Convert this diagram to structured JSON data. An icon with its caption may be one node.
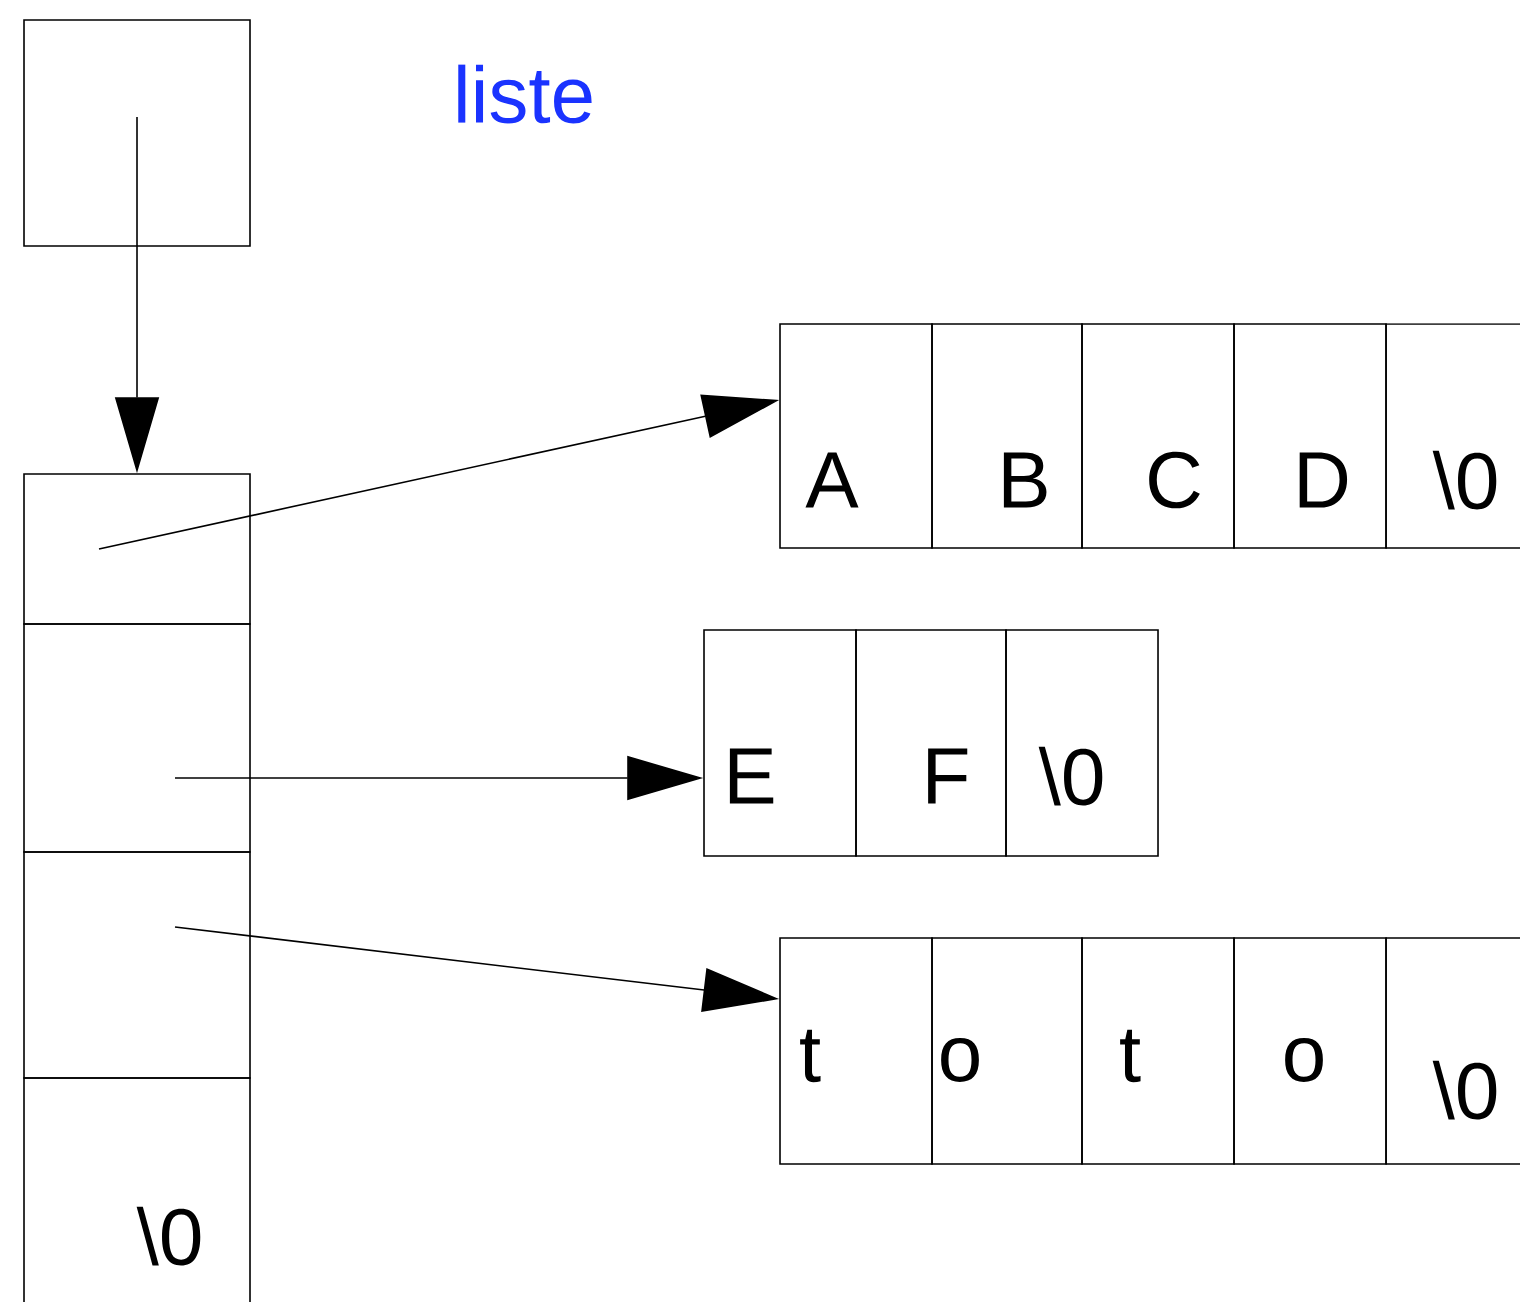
{
  "diagram": {
    "nodes": [
      {
        "text": [],
        "shape": "box",
        "beside": [
          "liste"
        ]
      },
      {
        "text": [],
        "shape": "box"
      },
      {
        "text": [],
        "shape": "box"
      },
      {
        "text": [],
        "shape": "box"
      },
      {
        "text": [
          "\\0"
        ]
      },
      {
        "text": [
          "A"
        ]
      },
      {
        "text": [
          "B"
        ]
      },
      {
        "text": [
          "C"
        ]
      },
      {
        "text": [
          "D"
        ]
      },
      {
        "text": [
          "\\0"
        ]
      },
      {
        "text": [
          "E"
        ]
      },
      {
        "text": [
          "F"
        ]
      },
      {
        "text": [
          "\\0"
        ]
      },
      {
        "text": [
          "t"
        ]
      },
      {
        "text": [
          "o"
        ]
      },
      {
        "text": [
          "t"
        ]
      },
      {
        "text": [
          "o"
        ]
      },
      {
        "text": [
          "\\0"
        ]
      }
    ],
    "edges": [
      {
        "from": 0,
        "to": 1,
        "arrow": "to"
      },
      {
        "from": 1,
        "to": 5,
        "arrow": "to"
      },
      {
        "from": 2,
        "to": 10,
        "arrow": "to"
      },
      {
        "from": 3,
        "to": 13,
        "arrow": "to"
      }
    ]
  }
}
